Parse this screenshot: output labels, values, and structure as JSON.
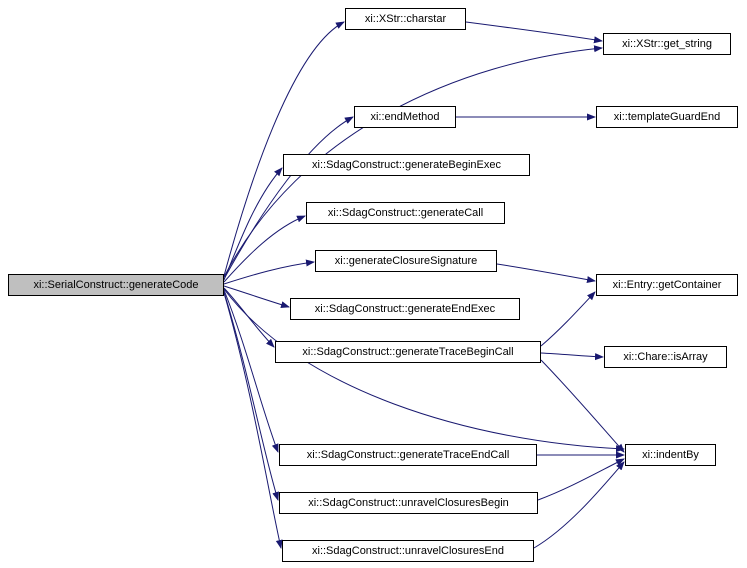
{
  "diagram": {
    "type": "call-graph",
    "colors": {
      "edge": "#191970",
      "node_fill": "#ffffff",
      "node_border": "#000000",
      "highlight_fill": "#bfbfbf",
      "background": "#ffffff"
    },
    "nodes": {
      "generateCode": {
        "label": "xi::SerialConstruct::generateCode",
        "highlighted": true
      },
      "charstar": {
        "label": "xi::XStr::charstar"
      },
      "get_string": {
        "label": "xi::XStr::get_string"
      },
      "endMethod": {
        "label": "xi::endMethod"
      },
      "templateGuardEnd": {
        "label": "xi::templateGuardEnd"
      },
      "generateBeginExec": {
        "label": "xi::SdagConstruct::generateBeginExec"
      },
      "generateCall": {
        "label": "xi::SdagConstruct::generateCall"
      },
      "generateClosureSignature": {
        "label": "xi::generateClosureSignature"
      },
      "generateEndExec": {
        "label": "xi::SdagConstruct::generateEndExec"
      },
      "getContainer": {
        "label": "xi::Entry::getContainer"
      },
      "generateTraceBeginCall": {
        "label": "xi::SdagConstruct::generateTraceBeginCall"
      },
      "isArray": {
        "label": "xi::Chare::isArray"
      },
      "generateTraceEndCall": {
        "label": "xi::SdagConstruct::generateTraceEndCall"
      },
      "indentBy": {
        "label": "xi::indentBy"
      },
      "unravelClosuresBegin": {
        "label": "xi::SdagConstruct::unravelClosuresBegin"
      },
      "unravelClosuresEnd": {
        "label": "xi::SdagConstruct::unravelClosuresEnd"
      }
    },
    "edges": [
      {
        "from": "generateCode",
        "to": "charstar"
      },
      {
        "from": "generateCode",
        "to": "get_string"
      },
      {
        "from": "generateCode",
        "to": "endMethod"
      },
      {
        "from": "generateCode",
        "to": "generateBeginExec"
      },
      {
        "from": "generateCode",
        "to": "generateCall"
      },
      {
        "from": "generateCode",
        "to": "generateClosureSignature"
      },
      {
        "from": "generateCode",
        "to": "generateEndExec"
      },
      {
        "from": "generateCode",
        "to": "generateTraceBeginCall"
      },
      {
        "from": "generateCode",
        "to": "generateTraceEndCall"
      },
      {
        "from": "generateCode",
        "to": "unravelClosuresBegin"
      },
      {
        "from": "generateCode",
        "to": "unravelClosuresEnd"
      },
      {
        "from": "generateCode",
        "to": "indentBy"
      },
      {
        "from": "charstar",
        "to": "get_string"
      },
      {
        "from": "endMethod",
        "to": "templateGuardEnd"
      },
      {
        "from": "generateClosureSignature",
        "to": "getContainer"
      },
      {
        "from": "generateTraceBeginCall",
        "to": "getContainer"
      },
      {
        "from": "generateTraceBeginCall",
        "to": "isArray"
      },
      {
        "from": "generateTraceBeginCall",
        "to": "indentBy"
      },
      {
        "from": "generateTraceEndCall",
        "to": "indentBy"
      },
      {
        "from": "unravelClosuresBegin",
        "to": "indentBy"
      },
      {
        "from": "unravelClosuresEnd",
        "to": "indentBy"
      }
    ]
  }
}
